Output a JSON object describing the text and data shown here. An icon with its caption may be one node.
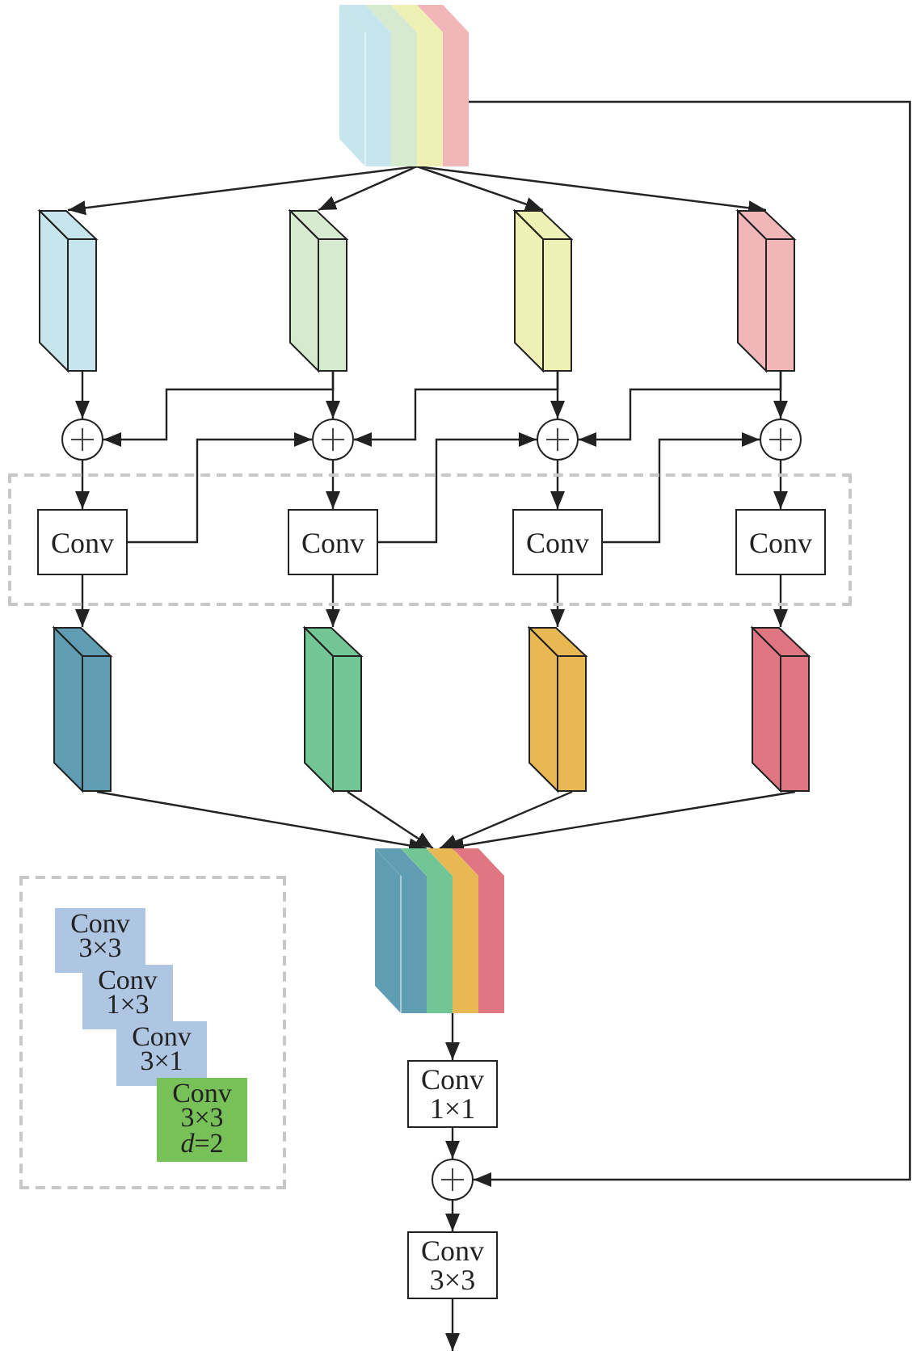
{
  "diagram": {
    "nodes": [
      {
        "text": [],
        "shape": "box"
      },
      {
        "text": [],
        "shape": "box"
      },
      {
        "text": [],
        "shape": "box"
      },
      {
        "text": [],
        "shape": "box"
      },
      {
        "text": [],
        "shape": "box"
      },
      {
        "text": [],
        "shape": "circle"
      },
      {
        "text": [],
        "shape": "circle"
      },
      {
        "text": [],
        "shape": "circle"
      },
      {
        "text": [],
        "shape": "circle"
      },
      {
        "text": [],
        "shape": "box"
      },
      {
        "text": [
          "Conv"
        ],
        "in": 9
      },
      {
        "text": [
          "Conv"
        ],
        "in": 9
      },
      {
        "text": [
          "Conv"
        ],
        "in": 9
      },
      {
        "text": [
          "Conv"
        ],
        "in": 9
      },
      {
        "text": [],
        "shape": "box"
      },
      {
        "text": [],
        "shape": "box"
      },
      {
        "text": [],
        "shape": "box"
      },
      {
        "text": [],
        "shape": "box"
      },
      {
        "text": [],
        "shape": "box"
      },
      {
        "text": [
          "Conv 1×1"
        ]
      },
      {
        "text": [],
        "shape": "circle"
      },
      {
        "text": [
          "Conv 3×3"
        ]
      },
      {
        "text": [],
        "shape": "box"
      },
      {
        "text": [
          "Conv 3×3"
        ],
        "in": 22
      },
      {
        "text": [
          "Conv 1×3"
        ],
        "in": 22
      },
      {
        "text": [
          "Conv 3×1"
        ],
        "in": 22
      },
      {
        "text": [
          "Conv 3×3 *d*=2"
        ],
        "in": 22
      }
    ],
    "edges": [
      {
        "from": 0,
        "to": 1,
        "arrow": "to"
      },
      {
        "from": 0,
        "to": 2,
        "arrow": "to"
      },
      {
        "from": 0,
        "to": 3,
        "arrow": "to"
      },
      {
        "from": 0,
        "to": 4,
        "arrow": "to"
      },
      {
        "from": 1,
        "to": 5,
        "arrow": "to"
      },
      {
        "from": 2,
        "to": 6,
        "arrow": "to"
      },
      {
        "from": 3,
        "to": 7,
        "arrow": "to"
      },
      {
        "from": 4,
        "to": 8,
        "arrow": "to"
      },
      {
        "from": 2,
        "to": 5,
        "arrow": "to"
      },
      {
        "from": 3,
        "to": 6,
        "arrow": "to"
      },
      {
        "from": 4,
        "to": 7,
        "arrow": "to"
      },
      {
        "from": 5,
        "to": 10,
        "arrow": "to"
      },
      {
        "from": 6,
        "to": 11,
        "arrow": "to"
      },
      {
        "from": 7,
        "to": 12,
        "arrow": "to"
      },
      {
        "from": 8,
        "to": 13,
        "arrow": "to"
      },
      {
        "from": 10,
        "to": 6,
        "arrow": "to"
      },
      {
        "from": 11,
        "to": 7,
        "arrow": "to"
      },
      {
        "from": 12,
        "to": 8,
        "arrow": "to"
      },
      {
        "from": 10,
        "to": 14,
        "arrow": "to"
      },
      {
        "from": 11,
        "to": 15,
        "arrow": "to"
      },
      {
        "from": 12,
        "to": 16,
        "arrow": "to"
      },
      {
        "from": 13,
        "to": 17,
        "arrow": "to"
      },
      {
        "from": 14,
        "to": 18,
        "arrow": "to"
      },
      {
        "from": 15,
        "to": 18,
        "arrow": "to"
      },
      {
        "from": 16,
        "to": 18,
        "arrow": "to"
      },
      {
        "from": 17,
        "to": 18,
        "arrow": "to"
      },
      {
        "from": 18,
        "to": 19,
        "arrow": "to"
      },
      {
        "from": 19,
        "to": 20,
        "arrow": "to"
      },
      {
        "from": 20,
        "to": 21,
        "arrow": "to"
      },
      {
        "from": 21,
        "to": null,
        "arrow": "to"
      },
      {
        "from": 0,
        "to": 20,
        "arrow": "to"
      }
    ]
  }
}
